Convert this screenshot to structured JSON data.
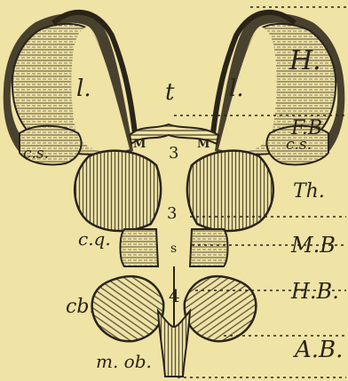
{
  "figure": {
    "background": "#efe3a6",
    "ink": "#2a2418",
    "hatch": "#6f6546",
    "parts": {
      "hemispheres": "l.",
      "third_ventricle_top": "t",
      "corpus_striatum": "c.s.",
      "monro_foramen": "M",
      "third_ventricle": "3",
      "optic_thalamus": "3",
      "corpora_quadrigemina": "c.q.",
      "sylvian_aqueduct": "s",
      "fourth_ventricle": "4",
      "cerebellum": "cb.",
      "medulla_oblongata": "m. ob."
    },
    "regions": [
      "H.",
      "F.B",
      "Th.",
      "M.B",
      "H.B.",
      "A.B."
    ]
  }
}
